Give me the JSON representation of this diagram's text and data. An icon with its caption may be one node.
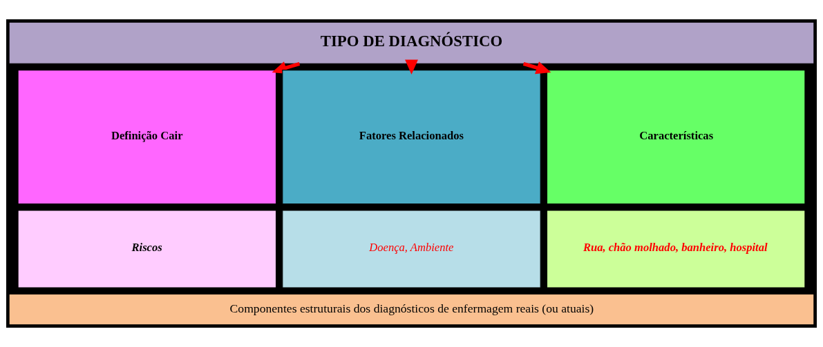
{
  "diagram": {
    "nodes": [
      {
        "text": [
          "TIPO DE DIAGNÓSTICO"
        ]
      },
      {
        "text": [
          "Definição Cair"
        ]
      },
      {
        "text": [
          "Fatores Relacionados"
        ]
      },
      {
        "text": [
          "Características"
        ]
      },
      {
        "text": [
          "Riscos"
        ]
      },
      {
        "text": [
          "Doença, Ambiente"
        ]
      },
      {
        "text": [
          "Rua, chão molhado, banheiro, hospital"
        ]
      },
      {
        "text": [
          "Componentes estruturais dos diagnósticos de enfermagem reais (ou atuais)"
        ]
      }
    ],
    "edges": [
      {
        "from": 0,
        "to": 1,
        "arrow": "to"
      },
      {
        "from": 0,
        "to": 2,
        "arrow": "to"
      },
      {
        "from": 0,
        "to": 3,
        "arrow": "to"
      }
    ]
  }
}
